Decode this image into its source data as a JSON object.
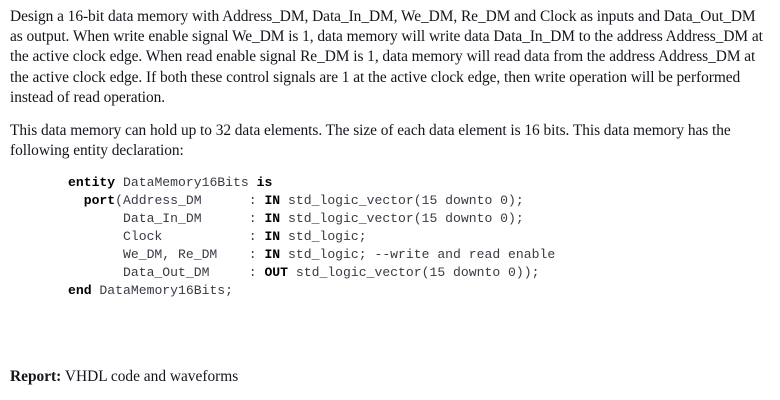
{
  "document": {
    "paragraphs": [
      "Design a 16-bit data memory with Address_DM, Data_In_DM, We_DM, Re_DM and Clock as inputs and Data_Out_DM as output. When write enable signal We_DM is 1, data memory will write data Data_In_DM to the address Address_DM at the active clock edge. When read enable signal Re_DM is 1, data memory will read data from the address Address_DM at the active clock edge. If both these control signals are 1 at the active clock edge, then write operation will be performed instead of read operation.",
      "This data memory can hold up to 32 data elements. The size of each data element is 16 bits. This data memory has the following entity declaration:"
    ],
    "code": {
      "language": "VHDL",
      "lines": [
        {
          "segments": [
            {
              "text": "entity",
              "bold": true
            },
            {
              "text": " DataMemory16Bits ",
              "bold": false
            },
            {
              "text": "is",
              "bold": true
            }
          ]
        },
        {
          "segments": [
            {
              "text": "  ",
              "bold": false
            },
            {
              "text": "port",
              "bold": true
            },
            {
              "text": "(Address_DM      : ",
              "bold": false
            },
            {
              "text": "IN",
              "bold": true
            },
            {
              "text": " std_logic_vector(15 downto 0);",
              "bold": false
            }
          ]
        },
        {
          "segments": [
            {
              "text": "       Data_In_DM      : ",
              "bold": false
            },
            {
              "text": "IN",
              "bold": true
            },
            {
              "text": " std_logic_vector(15 downto 0);",
              "bold": false
            }
          ]
        },
        {
          "segments": [
            {
              "text": "       Clock           : ",
              "bold": false
            },
            {
              "text": "IN",
              "bold": true
            },
            {
              "text": " std_logic;",
              "bold": false
            }
          ]
        },
        {
          "segments": [
            {
              "text": "       We_DM, Re_DM    : ",
              "bold": false
            },
            {
              "text": "IN",
              "bold": true
            },
            {
              "text": " std_logic; --write and read enable",
              "bold": false
            }
          ]
        },
        {
          "segments": [
            {
              "text": "       Data_Out_DM     : ",
              "bold": false
            },
            {
              "text": "OUT",
              "bold": true
            },
            {
              "text": " std_logic_vector(15 downto 0));",
              "bold": false
            }
          ]
        },
        {
          "segments": [
            {
              "text": "end",
              "bold": true
            },
            {
              "text": " DataMemory16Bits;",
              "bold": false
            }
          ]
        }
      ]
    },
    "report": {
      "label": "Report:",
      "text": " VHDL code and waveforms"
    }
  },
  "colors": {
    "page_background": "#ffffff",
    "body_text": "#14141c",
    "code_text": "#3a3a46",
    "code_keyword": "#000000"
  }
}
